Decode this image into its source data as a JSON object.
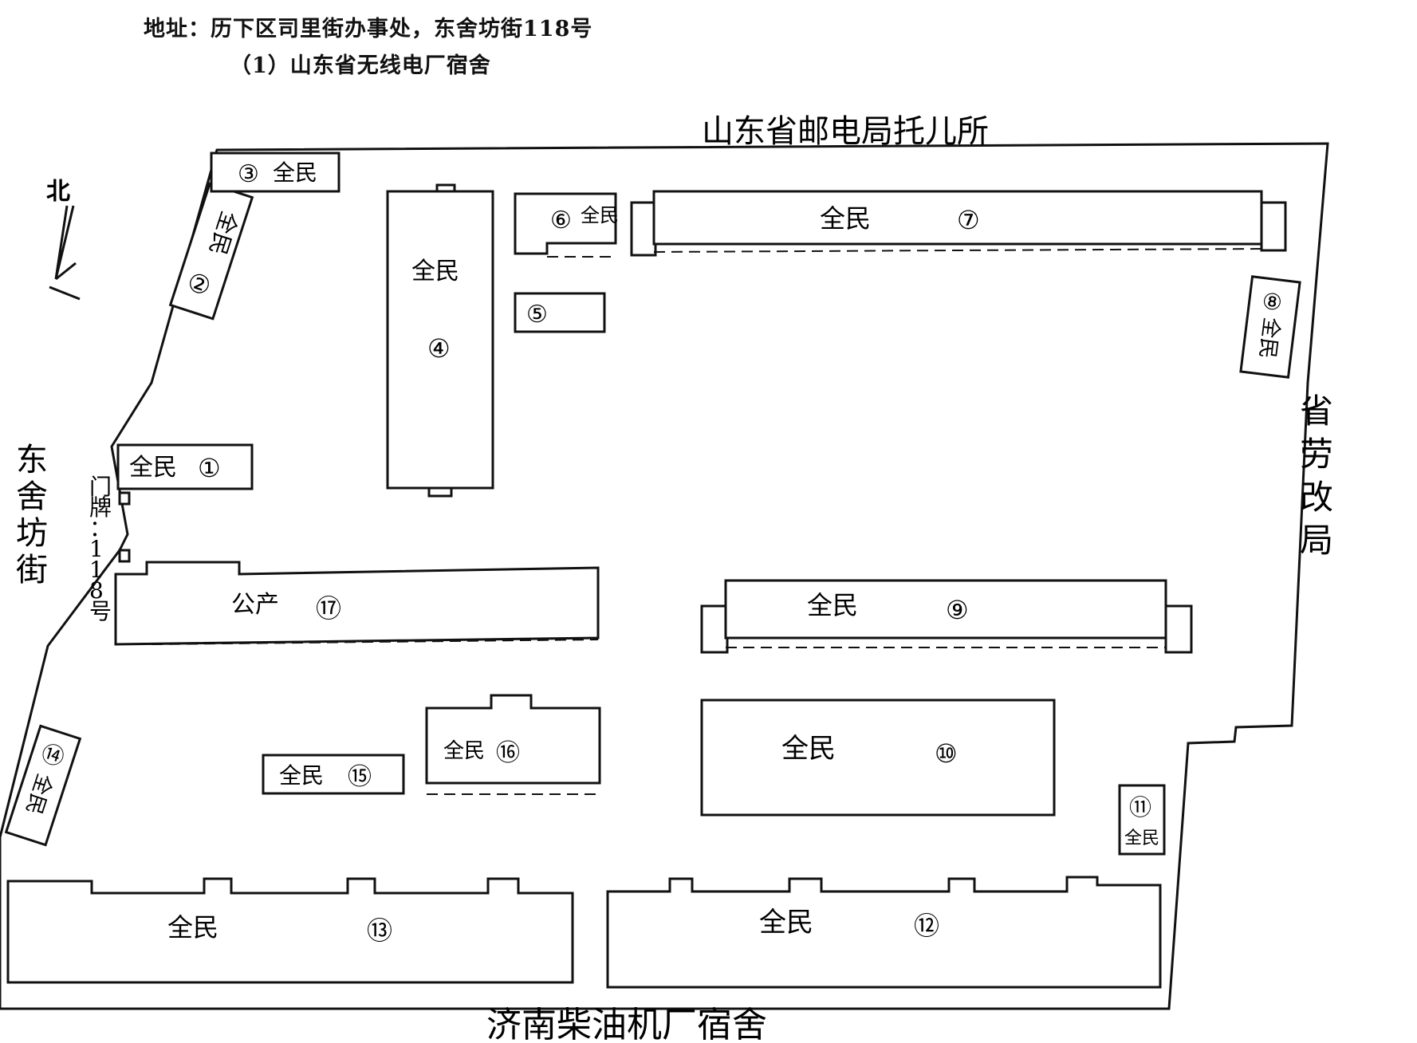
{
  "header": {
    "address": "地址：历下区司里街办事处，东舍坊街118号",
    "complex": "（1）山东省无线电厂宿舍"
  },
  "compass": {
    "label": "北"
  },
  "neighbors": {
    "north": "山东省邮电局托儿所",
    "east": "省劳改局",
    "south": "济南柴油机厂宿舍",
    "west": "东舍坊街"
  },
  "gate_label": "门牌：118号",
  "buildings": [
    {
      "num": "①",
      "owner": "全民"
    },
    {
      "num": "②",
      "owner": "全民"
    },
    {
      "num": "③",
      "owner": "全民"
    },
    {
      "num": "④",
      "owner": "全民"
    },
    {
      "num": "⑤",
      "owner": ""
    },
    {
      "num": "⑥",
      "owner": "全民"
    },
    {
      "num": "⑦",
      "owner": "全民"
    },
    {
      "num": "⑧",
      "owner": "全民"
    },
    {
      "num": "⑨",
      "owner": "全民"
    },
    {
      "num": "⑩",
      "owner": "全民"
    },
    {
      "num": "⑪",
      "owner": "全民"
    },
    {
      "num": "⑫",
      "owner": "全民"
    },
    {
      "num": "⑬",
      "owner": "全民"
    },
    {
      "num": "⑭",
      "owner": "全民"
    },
    {
      "num": "⑮",
      "owner": "全民"
    },
    {
      "num": "⑯",
      "owner": "全民"
    },
    {
      "num": "⑰",
      "owner": "公产"
    }
  ]
}
